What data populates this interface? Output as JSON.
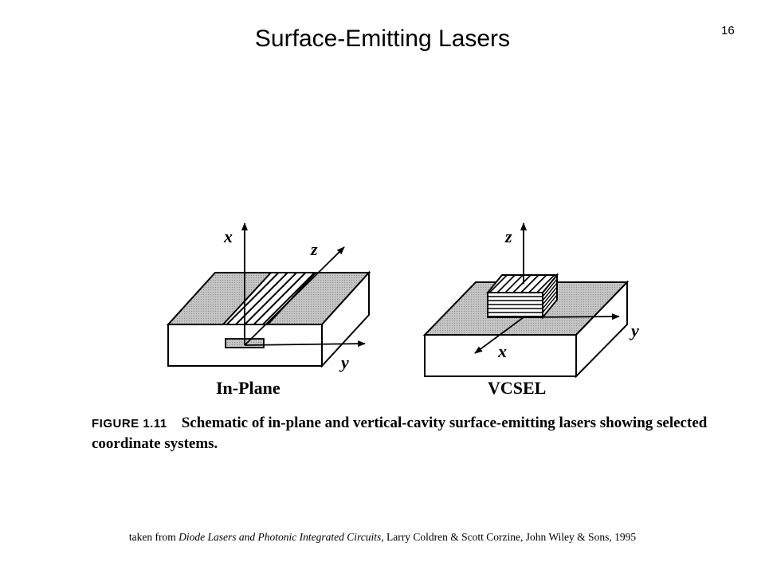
{
  "slide": {
    "title": "Surface-Emitting Lasers",
    "page_number": "16"
  },
  "figure": {
    "in_plane": {
      "name": "In-Plane",
      "axis_x": "x",
      "axis_y": "y",
      "axis_z": "z"
    },
    "vcsel": {
      "name": "VCSEL",
      "axis_x": "x",
      "axis_y": "y",
      "axis_z": "z"
    },
    "caption_label": "FIGURE 1.11",
    "caption_text": "Schematic of in-plane and vertical-cavity surface-emitting lasers showing selected coordinate systems."
  },
  "source": {
    "prefix": "taken from ",
    "book_title": "Diode Lasers and Photonic Integrated Circuits,",
    "rest": " Larry Coldren & Scott Corzine, John Wiley & Sons, 1995"
  },
  "colors": {
    "substrate_top": "#bdbdbd",
    "stroke": "#000000",
    "background": "#ffffff"
  }
}
